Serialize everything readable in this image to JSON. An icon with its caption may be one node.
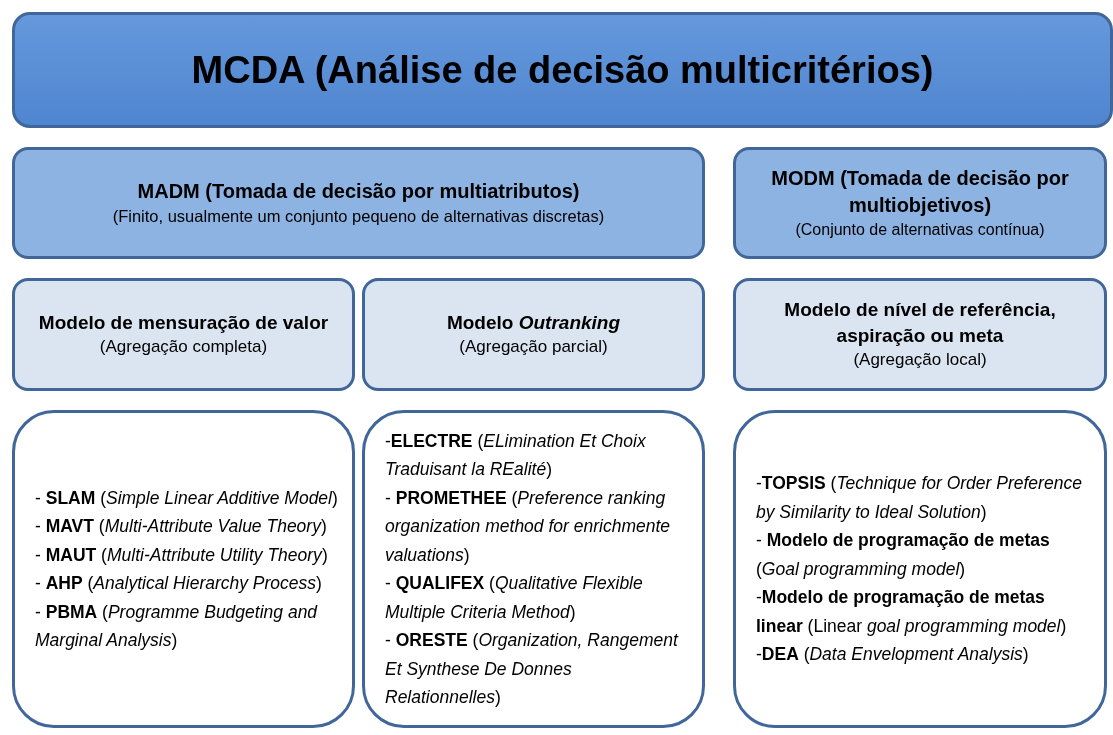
{
  "diagram": {
    "nodes": [
      {
        "text": [
          "MCDA (Análise de decisão multicritérios)"
        ]
      },
      {
        "text": [
          "MADM (Tomada de decisão por multiatributos)",
          "(Finito, usualmente um conjunto pequeno de alternativas discretas)"
        ]
      },
      {
        "text": [
          "MODM (Tomada de decisão por multiobjetivos)",
          "(Conjunto de alternativas contínua)"
        ]
      },
      {
        "text": [
          "Modelo de mensuração de valor",
          "(Agregação completa)"
        ]
      },
      {
        "text": [
          "Modelo *Outranking*",
          "(Agregação parcial)"
        ]
      },
      {
        "text": [
          "Modelo de nível de referência, aspiração ou meta",
          "(Agregação local)"
        ]
      },
      {
        "text": [
          "- **SLAM** (*Simple Linear Additive Model*)",
          "- **MAVT** (*Multi-Attribute Value Theory*)",
          "- **MAUT** (*Multi-Attribute Utility Theory*)",
          "- **AHP** (*Analytical Hierarchy Process*)",
          "- **PBMA** (*Programme Budgeting and Marginal Analysis*)"
        ]
      },
      {
        "text": [
          "-**ELECTRE** (*ELimination Et Choix Traduisant la REalité*)",
          "- **PROMETHEE** (*Preference ranking organization method for enrichmente valuations*)",
          "- **QUALIFEX** (*Qualitative Flexible Multiple Criteria Method*)",
          "- **ORESTE** (*Organization, Rangement Et Synthese De Donnes Relationnelles*)"
        ]
      },
      {
        "text": [
          "-**TOPSIS** (*Technique for Order Preference by Similarity to Ideal Solution*)",
          "- **Modelo de programação de metas** (*Goal programming model*)",
          "-**Modelo de programação de metas linear** (Linear *goal programming model*)",
          "-**DEA** (*Data Envelopment Analysis*)"
        ]
      }
    ]
  }
}
